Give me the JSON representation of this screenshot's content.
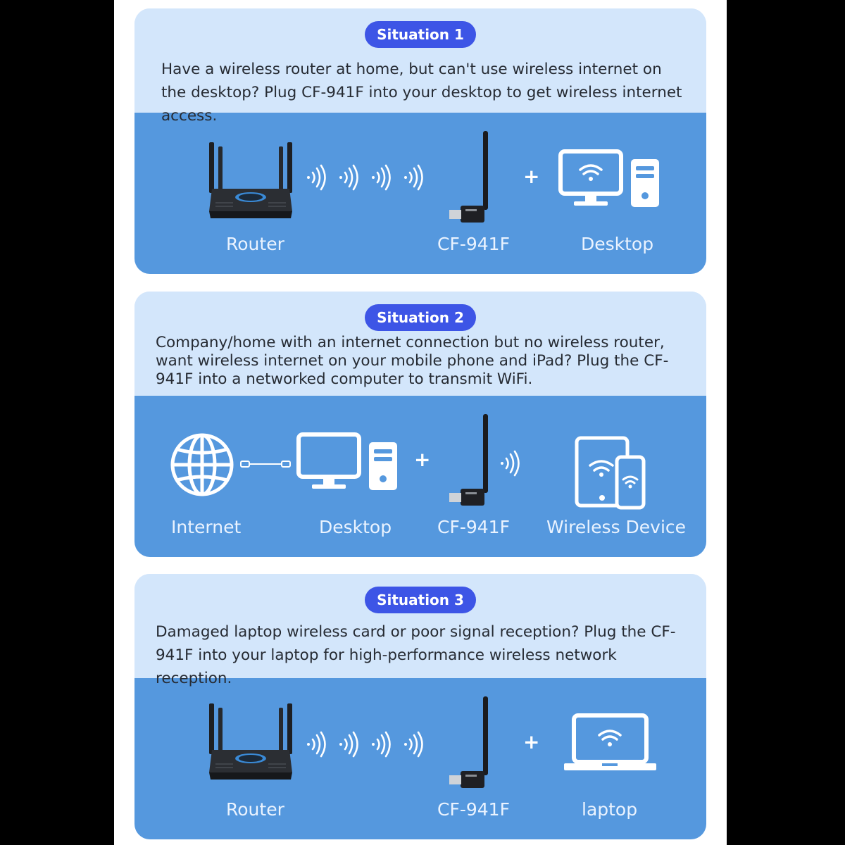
{
  "situations": [
    {
      "badge": "Situation 1",
      "description": "Have a wireless router at home, but can't use wireless internet on the desktop? Plug CF-941F into your desktop to get wireless internet access.",
      "labels": [
        "Router",
        "CF-941F",
        "Desktop"
      ],
      "plus": "+"
    },
    {
      "badge": "Situation 2",
      "description": "Company/home with an internet connection but no wireless router, want wireless internet on your mobile phone and iPad? Plug the CF-941F into a networked computer to transmit WiFi.",
      "labels": [
        "Internet",
        "Desktop",
        "CF-941F",
        "Wireless Device"
      ],
      "plus": "+"
    },
    {
      "badge": "Situation 3",
      "description": "Damaged laptop wireless card or poor signal reception? Plug the CF-941F into your laptop for high-performance wireless network reception.",
      "labels": [
        "Router",
        "CF-941F",
        "laptop"
      ],
      "plus": "+"
    }
  ],
  "icons": [
    "router-icon",
    "signal-wave-icon",
    "usb-wifi-adapter-icon",
    "desktop-computer-icon",
    "globe-icon",
    "cable-icon",
    "tablet-phone-icon",
    "laptop-icon"
  ],
  "colors": {
    "card_light": "#d3e6fb",
    "card_blue": "#5598de",
    "badge": "#3d55e6",
    "background": "#000000"
  }
}
